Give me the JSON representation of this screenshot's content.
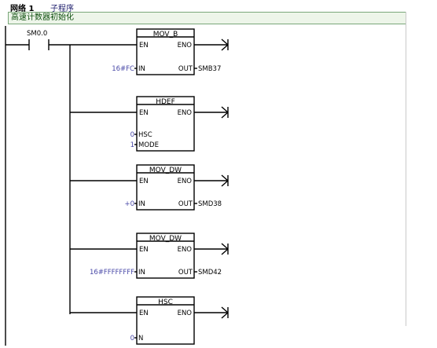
{
  "network": {
    "label": "网络 1",
    "title": "子程序",
    "comment": "高速计数器初始化"
  },
  "contact": {
    "label": "SM0.0"
  },
  "blocks": [
    {
      "name": "MOV_B",
      "en": "EN",
      "eno": "ENO",
      "inputs": [
        {
          "pin": "IN",
          "value": "16#FC"
        }
      ],
      "outputs": [
        {
          "pin": "OUT",
          "value": "SMB37"
        }
      ]
    },
    {
      "name": "HDEF",
      "en": "EN",
      "eno": "ENO",
      "inputs": [
        {
          "pin": "HSC",
          "value": "0"
        },
        {
          "pin": "MODE",
          "value": "1"
        }
      ],
      "outputs": []
    },
    {
      "name": "MOV_DW",
      "en": "EN",
      "eno": "ENO",
      "inputs": [
        {
          "pin": "IN",
          "value": "+0"
        }
      ],
      "outputs": [
        {
          "pin": "OUT",
          "value": "SMD38"
        }
      ]
    },
    {
      "name": "MOV_DW",
      "en": "EN",
      "eno": "ENO",
      "inputs": [
        {
          "pin": "IN",
          "value": "16#FFFFFFFF"
        }
      ],
      "outputs": [
        {
          "pin": "OUT",
          "value": "SMD42"
        }
      ]
    },
    {
      "name": "HSC",
      "en": "EN",
      "eno": "ENO",
      "inputs": [
        {
          "pin": "N",
          "value": "0"
        }
      ],
      "outputs": []
    }
  ]
}
